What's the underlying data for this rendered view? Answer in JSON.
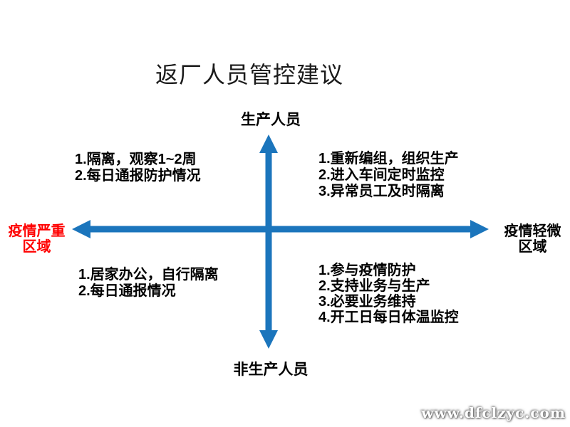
{
  "title": "返厂人员管控建议",
  "axes": {
    "top_label": "生产人员",
    "bottom_label": "非生产人员",
    "left_label_line1": "疫情严重",
    "left_label_line2": "区域",
    "right_label_line1": "疫情轻微",
    "right_label_line2": "区域"
  },
  "quadrants": {
    "top_left": [
      "1.隔离，观察1~2周",
      "2.每日通报防护情况"
    ],
    "top_right": [
      "1.重新编组，组织生产",
      "2.进入车间定时监控",
      "3.异常员工及时隔离"
    ],
    "bottom_left": [
      "1.居家办公，自行隔离",
      "2.每日通报情况"
    ],
    "bottom_right": [
      "1.参与疫情防护",
      "2.支持业务与生产",
      "3.必要业务维持",
      "4.开工日每日体温监控"
    ]
  },
  "watermark": "www.dfclzyc.com",
  "colors": {
    "arrow": "#1b75bc",
    "severe_region_text": "#ff0000",
    "text": "#000000"
  }
}
